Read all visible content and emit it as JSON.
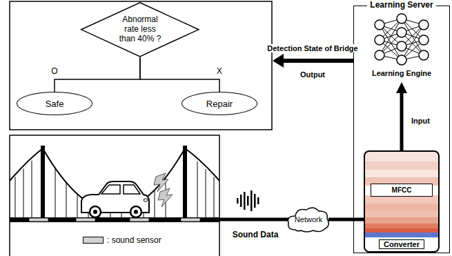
{
  "diagram": {
    "nodes": [
      {
        "text": [
          "Abnormal rate less than 40% ?"
        ]
      },
      {
        "text": [
          "Safe"
        ]
      },
      {
        "text": [
          "Repair"
        ]
      },
      {
        "text": [
          "Learning Server"
        ]
      },
      {
        "text": [
          "Learning Engine"
        ],
        "in": 3
      },
      {
        "text": [
          "Converter"
        ],
        "in": 3
      },
      {
        "text": [
          "MFCC"
        ],
        "in": 5
      },
      {
        "text": [
          "Network"
        ]
      }
    ],
    "edges": [
      {
        "from": 0,
        "to": 1,
        "label": "O",
        "arrow": "none"
      },
      {
        "from": 0,
        "to": 2,
        "label": "X",
        "arrow": "none"
      },
      {
        "from": 5,
        "to": 4,
        "label": "Input",
        "arrow": "to"
      },
      {
        "from": 7,
        "to": 5,
        "arrow": "none"
      }
    ],
    "labels": [
      "Detection State of Bridge",
      "Output",
      "Sound Data"
    ],
    "legend": [
      {
        "text": ": sound sensor",
        "color": "#d3d3d3"
      }
    ]
  }
}
